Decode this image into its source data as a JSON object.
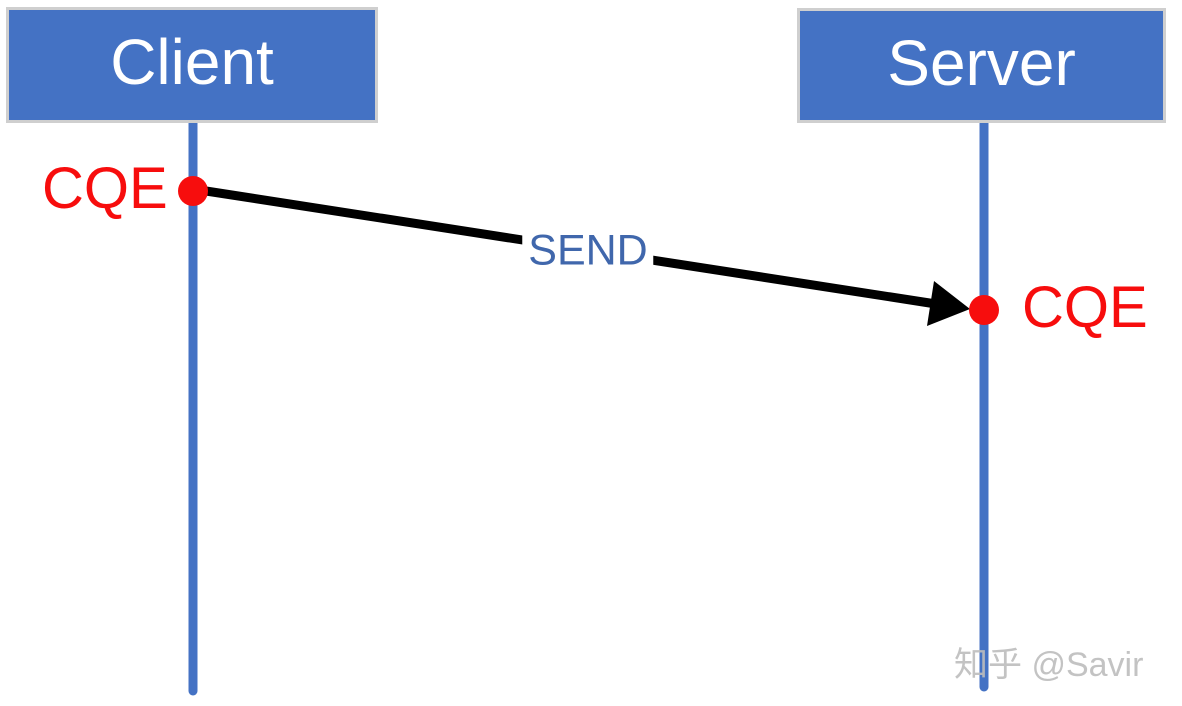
{
  "page": {
    "background": "#ffffff",
    "watermark": "知乎 @Savir"
  },
  "diagram": {
    "type": "sequence-diagram",
    "actors": [
      {
        "id": "client",
        "label": "Client"
      },
      {
        "id": "server",
        "label": "Server"
      }
    ],
    "events": [
      {
        "actor": "client",
        "label": "CQE"
      },
      {
        "actor": "server",
        "label": "CQE"
      }
    ],
    "message": {
      "label": "SEND",
      "from": "client",
      "to": "server"
    }
  },
  "colors": {
    "actor_box_fill": "#4472c4",
    "actor_box_border": "#cfcfcf",
    "actor_text": "#ffffff",
    "lifeline": "#4472c4",
    "event_dot": "#f70d0d",
    "event_label": "#f70d0d",
    "message_line": "#000000",
    "message_label": "#4067ac",
    "watermark_text": "#bdbdbd"
  }
}
